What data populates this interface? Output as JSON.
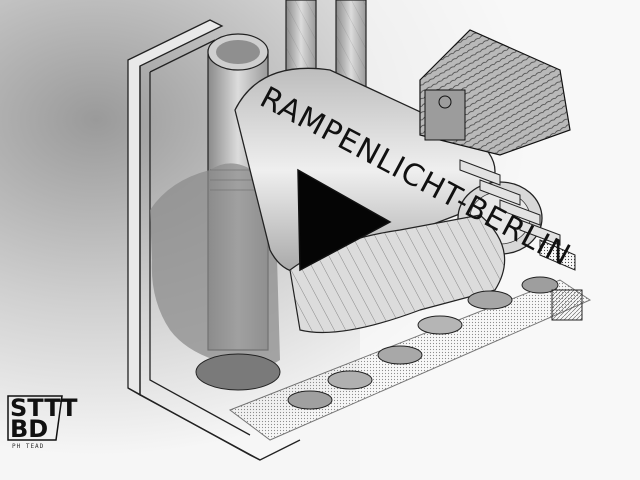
{
  "artwork": {
    "title": "RAMPENLICHT-BERLIN"
  },
  "logo": {
    "line1": "STTT",
    "line2": "BD",
    "caption": "PH TEAD"
  }
}
